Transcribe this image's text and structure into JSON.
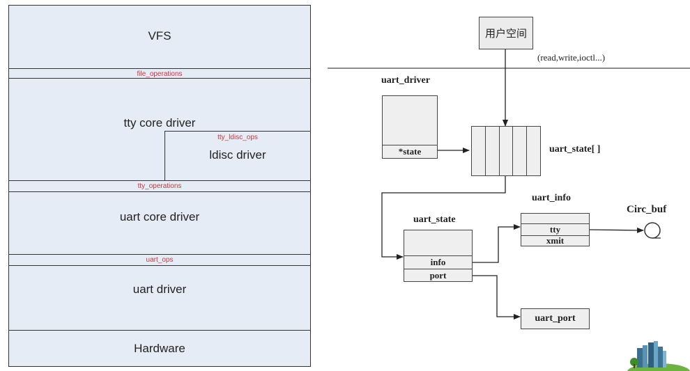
{
  "left_stack": {
    "vfs": "VFS",
    "file_operations": "file_operations",
    "tty_core": "tty core driver",
    "tty_ldisc_ops": "tty_ldisc_ops",
    "ldisc_driver": "ldisc driver",
    "tty_operations": "tty_operations",
    "uart_core": "uart core driver",
    "uart_ops": "uart_ops",
    "uart_driver": "uart driver",
    "hardware": "Hardware"
  },
  "right_diagram": {
    "user_space": "用户空间",
    "syscalls": "(read,write,ioctl...)",
    "uart_driver_title": "uart_driver",
    "uart_driver_field": "*state",
    "uart_state_array_label": "uart_state[ ]",
    "uart_state_array_cells": 5,
    "uart_state_title": "uart_state",
    "uart_state_fields": [
      "info",
      "port"
    ],
    "uart_info_title": "uart_info",
    "uart_info_fields": [
      "tty",
      "xmit"
    ],
    "circ_buf_label": "Circ_buf",
    "uart_port_label": "uart_port"
  },
  "colors": {
    "layer_fill": "#e6ecf6",
    "interface_text": "#d0343c",
    "struct_fill": "#efefef"
  }
}
